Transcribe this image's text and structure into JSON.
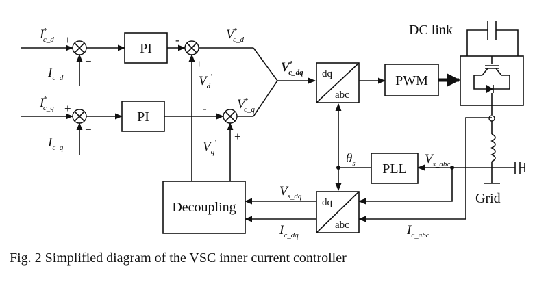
{
  "caption": "Fig. 2  Simplified diagram of the VSC inner current controller",
  "blocks": {
    "pi_top": "PI",
    "pi_bottom": "PI",
    "dq_abc_top_1": "dq",
    "dq_abc_top_2": "abc",
    "pwm": "PWM",
    "pll": "PLL",
    "decoupling": "Decoupling",
    "dq_abc_bottom_1": "dq",
    "dq_abc_bottom_2": "abc",
    "dc_link": "DC link",
    "grid": "Grid"
  },
  "signals": {
    "icd_ref": {
      "base": "I",
      "sub": "c_d",
      "sup": "*"
    },
    "icd": {
      "base": "I",
      "sub": "c_d"
    },
    "icq_ref": {
      "base": "I",
      "sub": "c_q",
      "sup": "*"
    },
    "icq": {
      "base": "I",
      "sub": "c_q"
    },
    "vcd_ref": {
      "base": "V",
      "sub": "c_d",
      "sup": "*"
    },
    "vcq_ref": {
      "base": "V",
      "sub": "c_q",
      "sup": "*"
    },
    "vcdq_ref": {
      "base": "V",
      "sub": "c_dq",
      "sup": "*"
    },
    "vd_prime": {
      "base": "V",
      "sub": "d",
      "sup": "'"
    },
    "vq_prime": {
      "base": "V",
      "sub": "q",
      "sup": "'"
    },
    "theta_s": {
      "base": "θ",
      "sub": "s"
    },
    "vs_abc": {
      "base": "V",
      "sub": "s_abc"
    },
    "vs_dq": {
      "base": "V",
      "sub": "s_dq"
    },
    "ic_dq": {
      "base": "I",
      "sub": "c_dq"
    },
    "ic_abc": {
      "base": "I",
      "sub": "c_abc"
    }
  },
  "signs": {
    "sum1_plus": "+",
    "sum1_minus": "−",
    "sum2_plus": "+",
    "sum2_minus": "−",
    "sum3_minus": "-",
    "sum3_plus": "+",
    "sum4_minus": "-",
    "sum4_plus": "+"
  }
}
